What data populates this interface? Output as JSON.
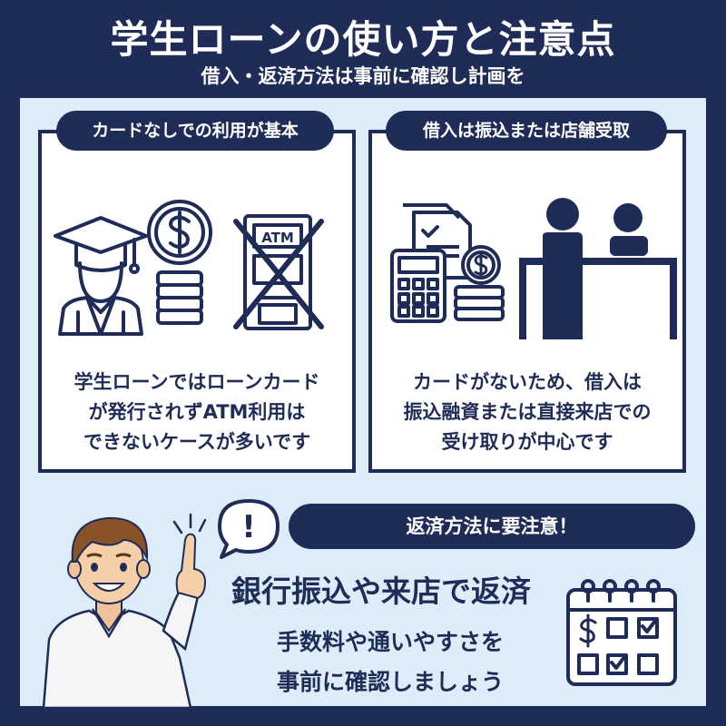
{
  "header": {
    "title": "学生ローンの使い方と注意点",
    "subtitle": "借入・返済方法は事前に確認し計画を"
  },
  "card_left": {
    "tag": "カードなしでの利用が基本",
    "lines": [
      "学生ローンではローンカード",
      "が発行されずATM利用は",
      "できないケースが多いです"
    ],
    "atm_label": "ATM"
  },
  "card_right": {
    "tag": "借入は振込または店舗受取",
    "lines": [
      "カードがないため、借入は",
      "振込融資または直接来店での",
      "受け取りが中心です"
    ]
  },
  "notice": {
    "pill": "返済方法に要注意！",
    "headline": "銀行振込や来店で返済",
    "lines": [
      "手数料や通いやすさを",
      "事前に確認しましょう"
    ],
    "speech_mark": "!"
  },
  "colors": {
    "navy": "#1f2c57",
    "panel_bg": "#dcedf9",
    "card_bg": "#ffffff"
  }
}
